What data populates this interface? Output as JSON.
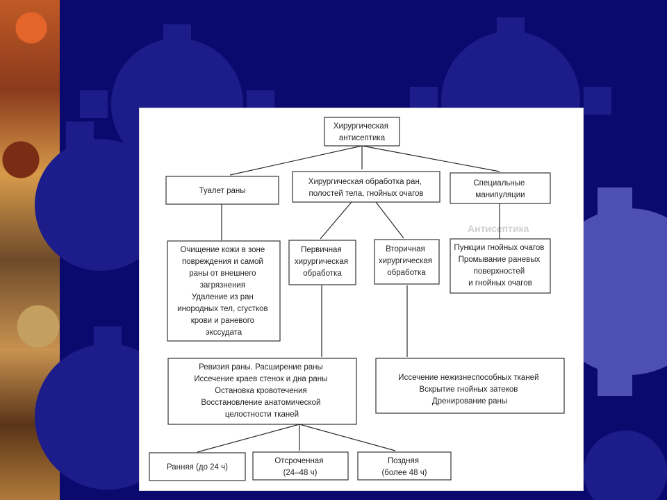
{
  "colors": {
    "background": "#0a0a6e",
    "gear": "#1c1c8a",
    "gear_right": "#4d4fb5",
    "panel": "#ffffff",
    "box_border": "#333333",
    "text": "#222222"
  },
  "decorations": {
    "background_icon": "gear-icon",
    "left_strip": "ornamental-pattern"
  },
  "background_text": {
    "heading": "Антисептика"
  },
  "diagram": {
    "root": {
      "lines": [
        "Хирургическая",
        "антисептика"
      ]
    },
    "level1": [
      {
        "lines": [
          "Туалет раны"
        ]
      },
      {
        "lines": [
          "Хирургическая обработка ран,",
          "полостей тела, гнойных очагов"
        ]
      },
      {
        "lines": [
          "Специальные",
          "манипуляции"
        ]
      }
    ],
    "toilet_detail": {
      "lines": [
        "Очищение кожи в зоне",
        "повреждения и самой",
        "раны от внешнего",
        "загрязнения",
        "Удаление из ран",
        "инородных тел, сгустков",
        "крови и раневого",
        "экссудата"
      ]
    },
    "primary": {
      "lines": [
        "Первичная",
        "хирургическая",
        "обработка"
      ]
    },
    "secondary": {
      "lines": [
        "Вторичная",
        "хирургическая",
        "обработка"
      ]
    },
    "manipulations_detail": {
      "lines": [
        "Пункции гнойных очагов",
        "Промывание раневых",
        "поверхностей",
        "и гнойных очагов"
      ]
    },
    "primary_detail": {
      "lines": [
        "Ревизия раны. Расширение раны",
        "Иссечение краев стенок и дна раны",
        "Остановка кровотечения",
        "Восстановление анатомической",
        "целостности тканей"
      ]
    },
    "secondary_detail": {
      "lines": [
        "Иссечение нежизнеспособных тканей",
        "Вскрытие гнойных затеков",
        "Дренирование раны"
      ]
    },
    "timing": [
      {
        "lines": [
          "Ранняя (до 24 ч)"
        ]
      },
      {
        "lines": [
          "Отсроченная",
          "(24–48 ч)"
        ]
      },
      {
        "lines": [
          "Поздняя",
          "(более 48 ч)"
        ]
      }
    ]
  }
}
